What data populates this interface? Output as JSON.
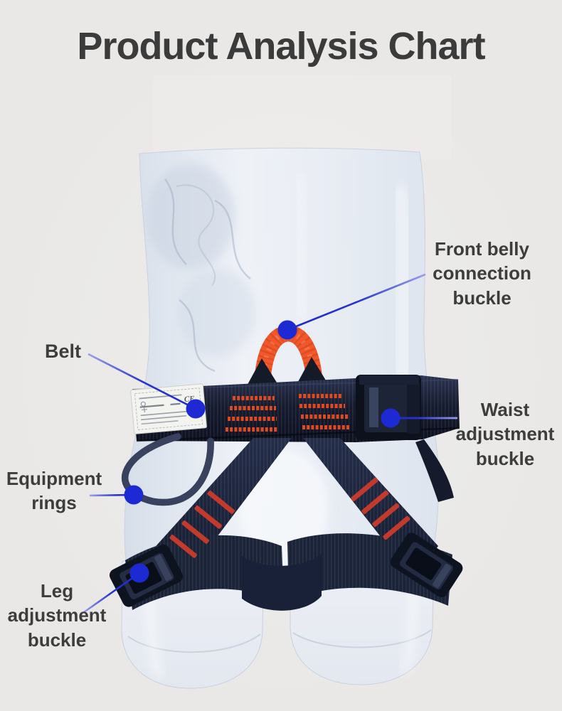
{
  "title": "Product Analysis Chart",
  "annotations": {
    "front_belly": {
      "label": "Front belly connection buckle"
    },
    "belt": {
      "label": "Belt"
    },
    "waist": {
      "label": "Waist adjustment buckle"
    },
    "equipment": {
      "label": "Equipment rings"
    },
    "leg": {
      "label": "Leg adjustment buckle"
    }
  },
  "belt_tag": {
    "ce_mark": "CE"
  },
  "colors": {
    "background": "#e9e8e6",
    "title_text": "#3b3b3b",
    "accent_blue": "#1d29d3",
    "leader_fade_blue": "#99a0ea",
    "strap_navy": "#1b2235",
    "buckle_black": "#10141f",
    "arch_orange": "#f2572a",
    "stitch_orange": "#e2491f",
    "stitch_red": "#c13a2c",
    "mannequin_tint": "#dfe5ee"
  }
}
